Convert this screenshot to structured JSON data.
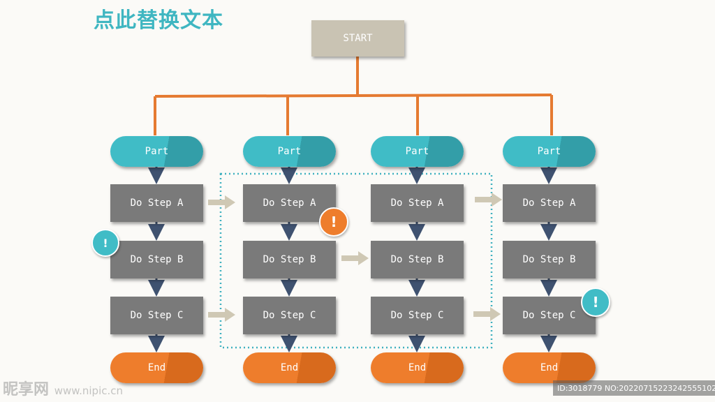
{
  "title": "点此替换文本",
  "start_label": "START",
  "columns": [
    {
      "part": "Part",
      "steps": [
        "Do Step A",
        "Do Step B",
        "Do Step C"
      ],
      "end": "End"
    },
    {
      "part": "Part",
      "steps": [
        "Do Step A",
        "Do Step B",
        "Do Step C"
      ],
      "end": "End"
    },
    {
      "part": "Part",
      "steps": [
        "Do Step A",
        "Do Step B",
        "Do Step C"
      ],
      "end": "End"
    },
    {
      "part": "Part",
      "steps": [
        "Do Step A",
        "Do Step B",
        "Do Step C"
      ],
      "end": "End"
    }
  ],
  "badges": [
    {
      "symbol": "!",
      "color": "teal"
    },
    {
      "symbol": "!",
      "color": "orange"
    },
    {
      "symbol": "!",
      "color": "teal"
    }
  ],
  "watermark": {
    "logo": "昵享网",
    "url": "www.nipic.cn",
    "id_text": "ID:3018779 NO:20220715223242555102"
  },
  "colors": {
    "accent_teal": "#40bcc6",
    "accent_orange": "#ee7d2c",
    "step_gray": "#7a7a7a",
    "start_beige": "#c9c3b3",
    "connector_orange": "#e57a31",
    "arrow_navy": "#3f5270",
    "arrow_beige": "#cfc8b4",
    "dotted_frame": "#40b1c0"
  }
}
